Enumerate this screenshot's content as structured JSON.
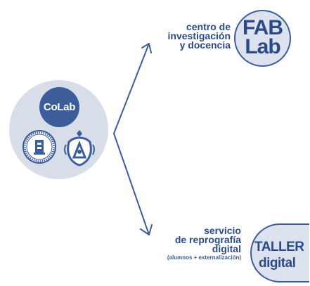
{
  "hub": {
    "logo_text": "CoLab"
  },
  "branches": {
    "top": {
      "lines": [
        "centro de",
        "investigación",
        "y docencia"
      ],
      "badge": {
        "line1": "FAB",
        "line2": "Lab"
      }
    },
    "bottom": {
      "lines": [
        "servicio",
        "de reprografía",
        "digital"
      ],
      "note": "(alumnos + externalización)",
      "badge": {
        "line1": "TALLER",
        "line2": "digital"
      }
    }
  },
  "colors": {
    "accent": "#3d5c9a",
    "text": "#2b4a86",
    "hub_bg": "#d7dde9",
    "badge_bg": "#dde3ee"
  }
}
